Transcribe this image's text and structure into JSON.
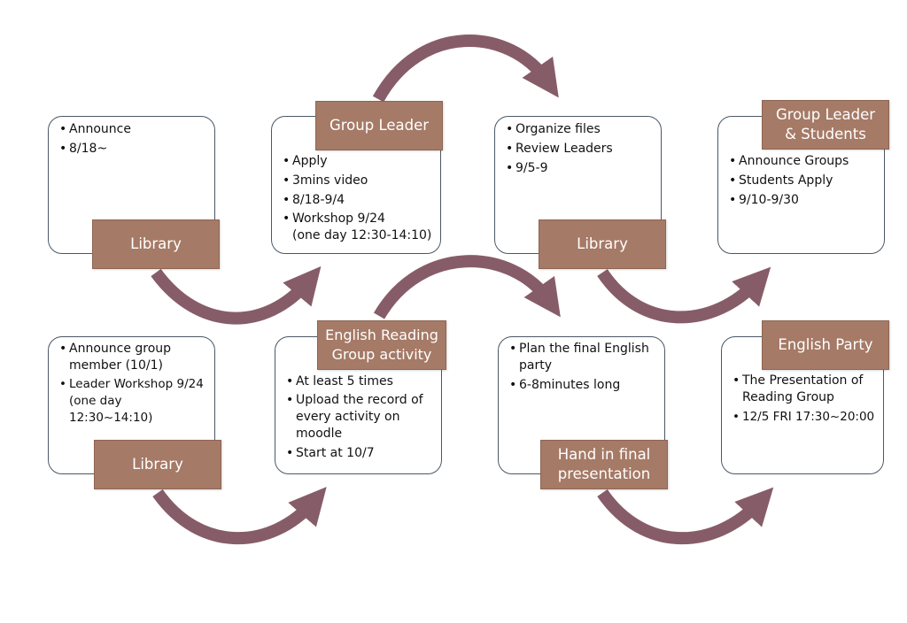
{
  "colors": {
    "tag_fill": "#a57a66",
    "arrow": "#875c69",
    "card_border": "#4a5866"
  },
  "cards": [
    {
      "label": "Library",
      "items": [
        "Announce",
        "8/18~"
      ]
    },
    {
      "label": "Group Leader",
      "items": [
        "Apply",
        "3mins video",
        "8/18-9/4",
        "Workshop 9/24\n(one day 12:30-14:10)"
      ]
    },
    {
      "label": "Library",
      "items": [
        "Organize files",
        "Review Leaders",
        "9/5-9"
      ]
    },
    {
      "label": "Group Leader\n& Students",
      "items": [
        "Announce Groups",
        "Students Apply",
        "9/10-9/30"
      ]
    },
    {
      "label": "Library",
      "items": [
        "Announce group\nmember (10/1)",
        "Leader Workshop 9/24\n(one day 12:30~14:10)"
      ]
    },
    {
      "label": "English Reading\nGroup activity",
      "items": [
        "At least 5 times",
        "Upload the record of\nevery activity on\nmoodle",
        "Start at 10/7"
      ]
    },
    {
      "label": "Hand in final\npresentation",
      "items": [
        "Plan the final English\nparty",
        "6-8minutes long"
      ]
    },
    {
      "label": "English Party",
      "items": [
        "The Presentation of\nReading Group",
        "12/5 FRI 17:30~20:00"
      ]
    }
  ]
}
